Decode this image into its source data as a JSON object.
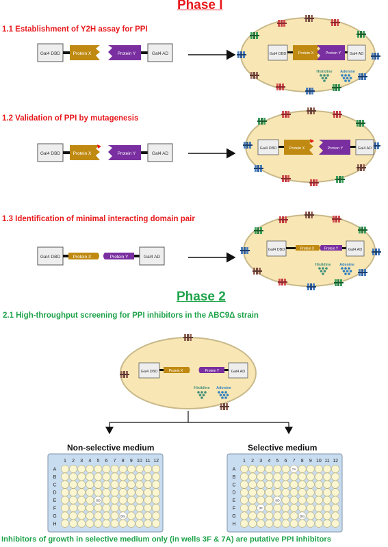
{
  "phase1": {
    "title": "Phase I",
    "s11": "1.1 Establishment  of Y2H assay for PPI",
    "s12": "1.2 Validation of PPI by mutagenesis",
    "s13": "1.3 Identification of minimal interacting domain pair"
  },
  "phase2": {
    "title": "Phase 2",
    "s21": "2.1 High-throughput screening for PPI inhibitors in the ABC9Δ strain"
  },
  "labels": {
    "gal4_dbd": "Gal4 DBD",
    "gal4_ad": "Gal4 AD",
    "protein_x": "Protein X",
    "protein_y": "Protein Y",
    "histidine": "Histidine",
    "adenine": "Adenine"
  },
  "plates": {
    "left_title": "Non-selective medium",
    "right_title": "Selective medium",
    "columns": [
      "1",
      "2",
      "3",
      "4",
      "5",
      "6",
      "7",
      "8",
      "9",
      "10",
      "11",
      "12"
    ],
    "rows": [
      "A",
      "B",
      "C",
      "D",
      "E",
      "F",
      "G",
      "H"
    ],
    "well_sd": "SD",
    "well_bg": "BG",
    "well_3f": "3F",
    "well_7a": "7A"
  },
  "footer": "Inhibitors of growth in selective medium  only (in wells 3F & 7A) are putative PPI inhibitors",
  "colors": {
    "red": "#e8191c",
    "green": "#1ea34a",
    "cell_fill": "#f8e6b4",
    "cell_border": "#c8b98a",
    "protein_x": "#c08a12",
    "protein_y": "#7a2fa0",
    "plate_bg": "#c9ddf0",
    "well": "#fbf6d2"
  }
}
